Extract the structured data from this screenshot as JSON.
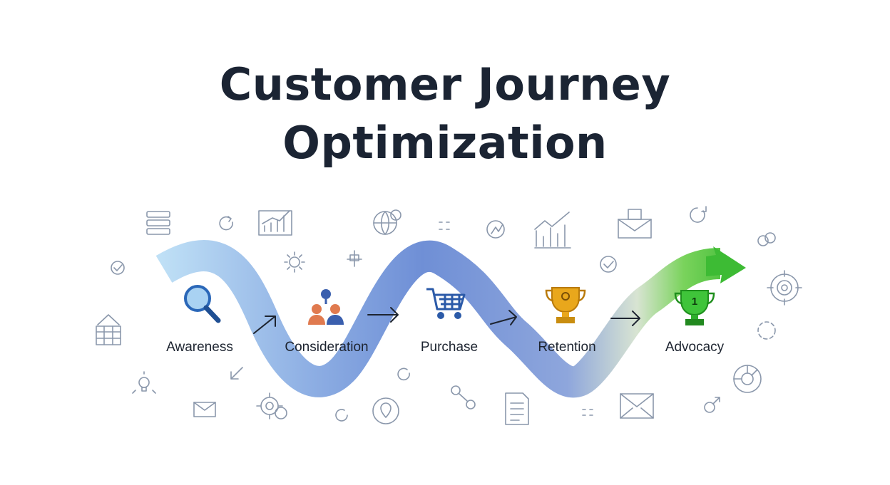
{
  "title": {
    "line1": "Customer Journey",
    "line2": "Optimization"
  },
  "stages": [
    {
      "label": "Awareness",
      "icon": "magnifier-icon"
    },
    {
      "label": "Consideration",
      "icon": "people-icon"
    },
    {
      "label": "Purchase",
      "icon": "shopping-cart-icon"
    },
    {
      "label": "Retention",
      "icon": "trophy-icon"
    },
    {
      "label": "Advocacy",
      "icon": "first-place-trophy-icon"
    }
  ],
  "advocacy_badge": "1",
  "colors": {
    "title": "#1b2433",
    "path_start": "#bfe0f6",
    "path_mid": "#6f8fd6",
    "path_end": "#3dbb34",
    "magnifier": "#2a67b8",
    "people_a": "#e07a4f",
    "people_b": "#3a5fae",
    "cart": "#2b5aa8",
    "trophy_gold": "#e9a71c",
    "trophy_green": "#2fae2c"
  },
  "background_icons": [
    "document-stack-icon",
    "refresh-icon",
    "bar-chart-icon",
    "globe-icon",
    "dots-icon",
    "speed-icon",
    "line-chart-icon",
    "mail-icon",
    "refresh-icon",
    "check-icon",
    "gear-icon",
    "puzzle-icon",
    "check-circle-icon",
    "link-icon",
    "target-icon",
    "building-icon",
    "arrow-icon",
    "lightbulb-icon",
    "mail-icon",
    "gear-icon",
    "refresh-icon",
    "location-icon",
    "network-icon",
    "document-icon",
    "dots-icon",
    "mail-icon",
    "target-icon",
    "arrow-icon",
    "refresh-icon"
  ]
}
